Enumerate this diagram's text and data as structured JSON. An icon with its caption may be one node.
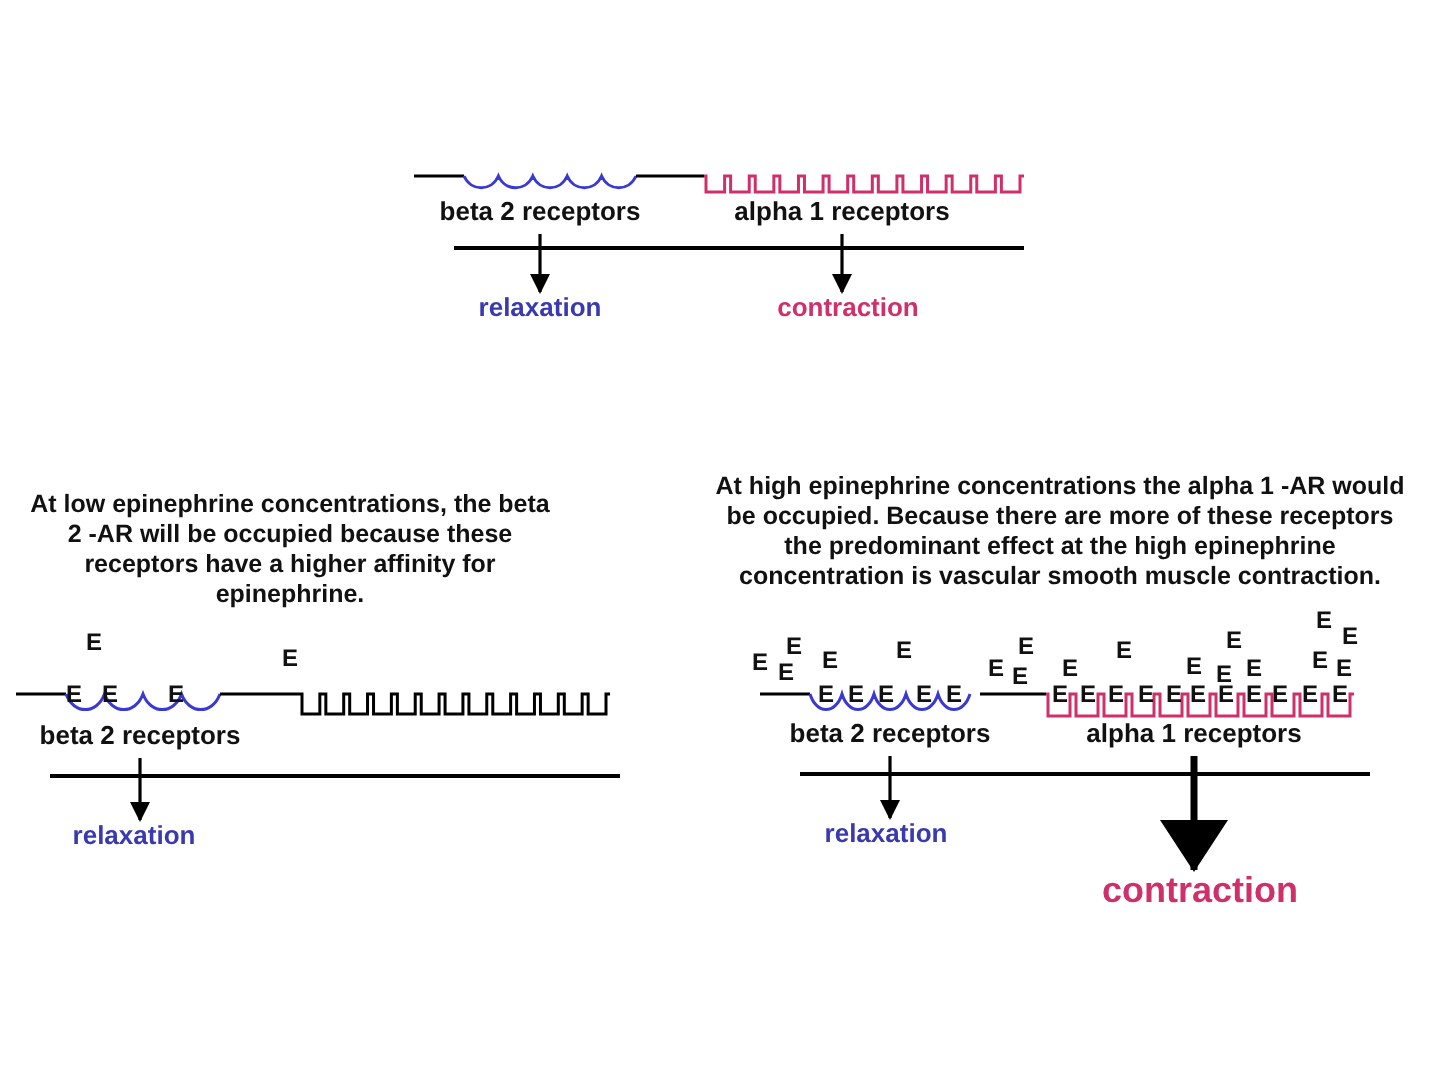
{
  "diagram": {
    "nodes": [
      {
        "text": [
          "beta 2 receptors"
        ]
      },
      {
        "text": [
          "alpha 1 receptors"
        ]
      },
      {
        "text": [
          "relaxation"
        ]
      },
      {
        "text": [
          "contraction"
        ]
      },
      {
        "text": [
          "beta 2 receptors"
        ]
      },
      {
        "text": [
          "relaxation"
        ]
      },
      {
        "text": [
          "beta 2 receptors"
        ]
      },
      {
        "text": [
          "alpha 1 receptors"
        ]
      },
      {
        "text": [
          "relaxation"
        ]
      },
      {
        "text": [
          "contraction"
        ]
      }
    ],
    "edges": [
      {
        "from": 0,
        "to": 2,
        "arrow": "to"
      },
      {
        "from": 1,
        "to": 3,
        "arrow": "to"
      },
      {
        "from": 4,
        "to": 5,
        "arrow": "to"
      },
      {
        "from": 6,
        "to": 8,
        "arrow": "to"
      },
      {
        "from": 7,
        "to": 9,
        "arrow": "to",
        "style": "thick"
      }
    ],
    "labels": [
      "At low epinephrine concentrations, the beta 2 -AR will be occupied because these receptors have a higher affinity for epinephrine.",
      "E",
      "E",
      "E",
      "E",
      "E",
      "At high epinephrine concentrations the alpha 1 -AR would be occupied.  Because there are more of these receptors the predominant effect at the high epinephrine concentration is vascular smooth muscle contraction.",
      "E",
      "E",
      "E",
      "E",
      "E",
      "E",
      "E",
      "E",
      "E",
      "E",
      "E",
      "E",
      "E",
      "E",
      "E",
      "E",
      "E",
      "E",
      "E",
      "E",
      "E",
      "E",
      "E",
      "E",
      "E",
      "E",
      "E",
      "E",
      "E",
      "E",
      "E",
      "E",
      "E",
      "E"
    ]
  }
}
